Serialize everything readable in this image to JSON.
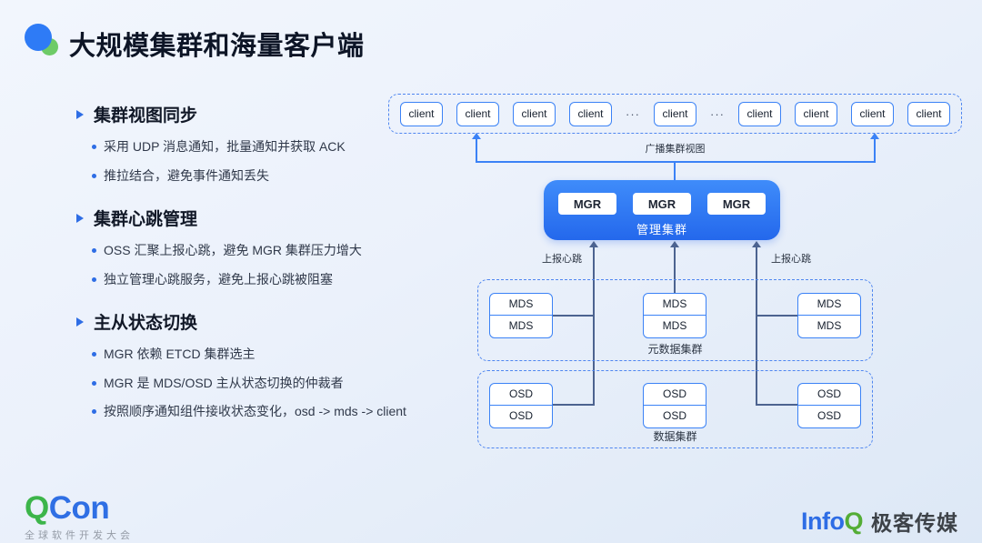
{
  "header": {
    "title": "大规模集群和海量客户端"
  },
  "sections": [
    {
      "heading": "集群视图同步",
      "bullets": [
        "采用 UDP 消息通知，批量通知并获取 ACK",
        "推拉结合，避免事件通知丢失"
      ]
    },
    {
      "heading": "集群心跳管理",
      "bullets": [
        "OSS 汇聚上报心跳，避免 MGR 集群压力增大",
        "独立管理心跳服务，避免上报心跳被阻塞"
      ]
    },
    {
      "heading": "主从状态切换",
      "bullets": [
        "MGR 依赖 ETCD 集群选主",
        "MGR 是 MDS/OSD 主从状态切换的仲裁者",
        "按照顺序通知组件接收状态变化，osd -> mds -> client"
      ]
    }
  ],
  "diagram": {
    "client_label": "client",
    "ellipsis": "···",
    "broadcast_label": "广播集群视图",
    "mgr_node_label": "MGR",
    "mgr_cluster_label": "管理集群",
    "heartbeat_label_left": "上报心跳",
    "heartbeat_label_right": "上报心跳",
    "mds_node_label": "MDS",
    "mds_cluster_label": "元数据集群",
    "osd_node_label": "OSD",
    "osd_cluster_label": "数据集群"
  },
  "footer": {
    "qcon_q": "Q",
    "qcon_con": "Con",
    "qcon_subtitle": "全球软件开发大会",
    "infoq_info": "Info",
    "infoq_q": "Q",
    "infoq_media": "极客传媒"
  },
  "colors": {
    "accent_blue": "#2F7BF5",
    "node_border_blue": "#3B82F6",
    "connector_dark": "#4C6390",
    "qcon_green": "#3CB54A",
    "logo_blue": "#2E6DE5",
    "infoq_green": "#54AD36"
  }
}
